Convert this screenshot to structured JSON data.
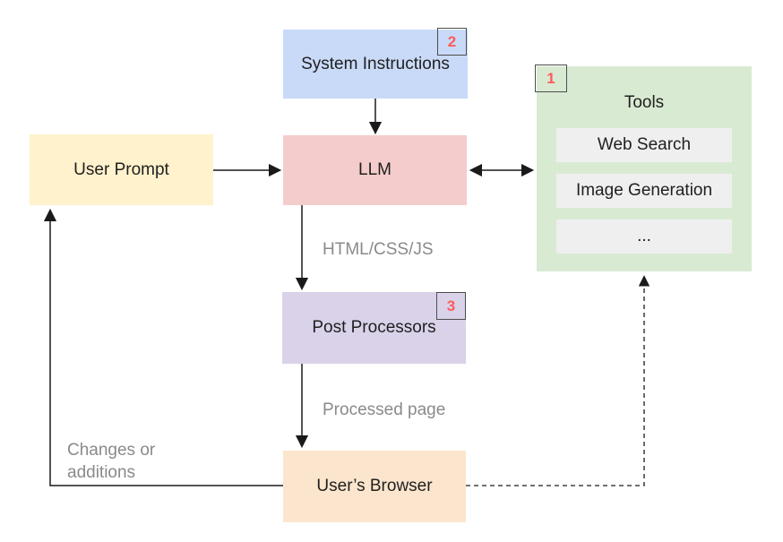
{
  "diagram": {
    "nodes": {
      "system_instructions": {
        "label": "System Instructions",
        "badge": "2",
        "color": "#c9daf8"
      },
      "user_prompt": {
        "label": "User Prompt",
        "color": "#fff2cc"
      },
      "llm": {
        "label": "LLM",
        "color": "#f4cccc"
      },
      "tools": {
        "label": "Tools",
        "badge": "1",
        "color": "#d9ead3",
        "item_color": "#efefef",
        "items": [
          "Web Search",
          "Image Generation",
          "..."
        ]
      },
      "post_processors": {
        "label": "Post Processors",
        "badge": "3",
        "color": "#d9d2e9"
      },
      "users_browser": {
        "label": "User’s Browser",
        "color": "#fce5cd"
      }
    },
    "edge_labels": {
      "llm_to_post_processors": "HTML/CSS/JS",
      "post_processors_to_browser": "Processed page",
      "browser_to_prompt_line1": "Changes or",
      "browser_to_prompt_line2": "additions"
    },
    "badge_number_color": "#ff5b5b",
    "edge_label_color": "#8a8a8a",
    "arrow_color": "#1a1a1a"
  }
}
